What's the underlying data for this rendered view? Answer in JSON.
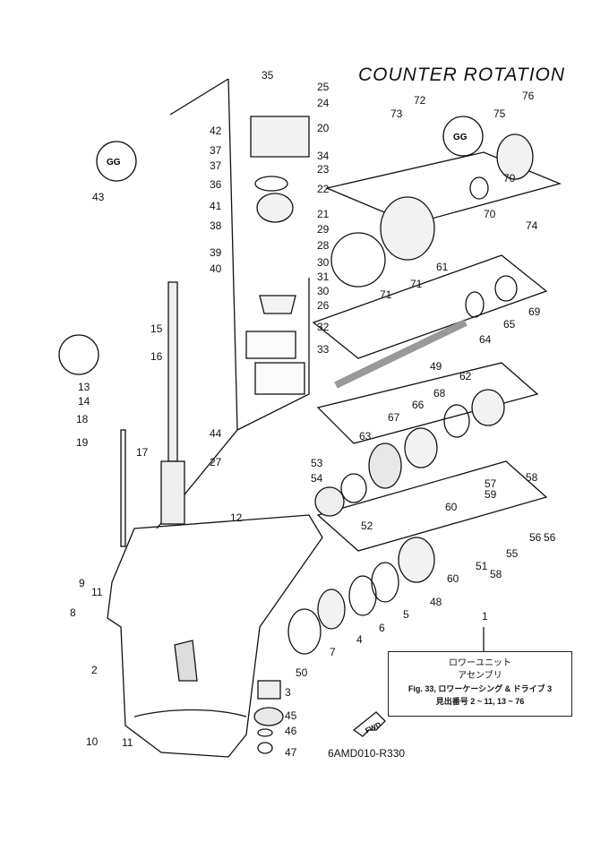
{
  "title": "COUNTER ROTATION",
  "drawing_code": "6AMD010-R330",
  "assembly_box": {
    "line1": "ロワーユニット",
    "line2": "アセンブリ",
    "line3": "Fig. 33, ロワーケーシング & ドライブ 3",
    "line4": "見出番号 2 ~ 11, 13 ~ 76"
  },
  "fwd_label": "FWD",
  "tool_badge_label": "GG",
  "callouts": [
    "1",
    "2",
    "3",
    "4",
    "5",
    "6",
    "7",
    "8",
    "9",
    "10",
    "11",
    "11",
    "12",
    "13",
    "14",
    "15",
    "16",
    "17",
    "18",
    "19",
    "20",
    "21",
    "22",
    "23",
    "24",
    "25",
    "26",
    "27",
    "28",
    "29",
    "30",
    "30",
    "31",
    "32",
    "33",
    "34",
    "35",
    "36",
    "37",
    "37",
    "38",
    "39",
    "40",
    "41",
    "42",
    "43",
    "44",
    "45",
    "46",
    "47",
    "48",
    "49",
    "50",
    "51",
    "52",
    "53",
    "54",
    "55",
    "56",
    "56",
    "57",
    "58",
    "58",
    "59",
    "60",
    "60",
    "61",
    "62",
    "63",
    "64",
    "65",
    "66",
    "67",
    "68",
    "69",
    "70",
    "70",
    "71",
    "71",
    "72",
    "73",
    "74",
    "75",
    "76"
  ]
}
